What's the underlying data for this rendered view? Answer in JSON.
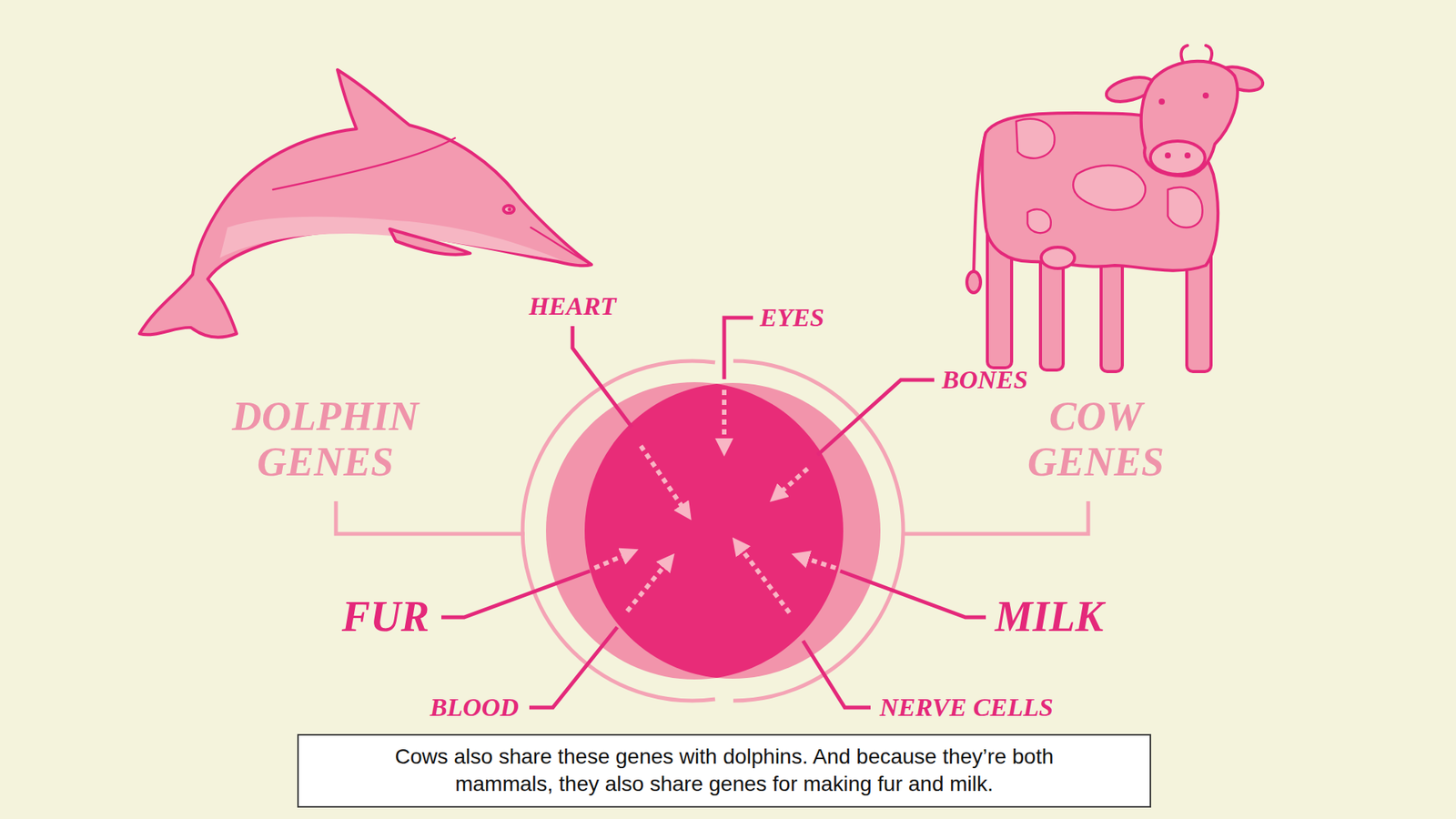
{
  "diagram": {
    "caption": "Cows also share these genes with dolphins. And because they’re both mammals, they also share genes for making fur and milk.",
    "labels": [
      "DOLPHIN GENES",
      "COW GENES",
      "HEART",
      "EYES",
      "BONES",
      "FUR",
      "MILK",
      "BLOOD",
      "NERVE CELLS"
    ]
  }
}
